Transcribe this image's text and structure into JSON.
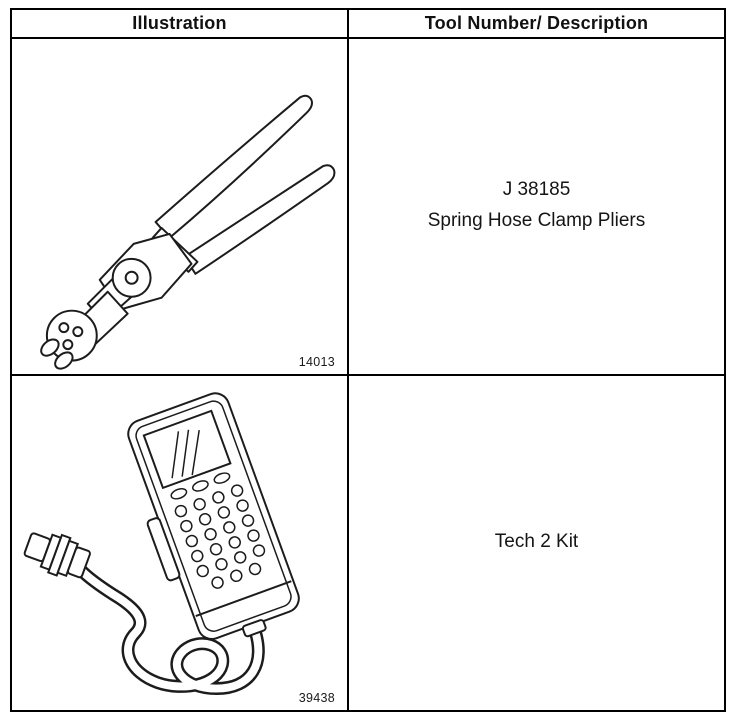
{
  "table": {
    "headers": [
      {
        "label": "Illustration"
      },
      {
        "label": "Tool Number/ Description"
      }
    ],
    "rows": [
      {
        "illustration": "spring-hose-clamp-pliers-drawing",
        "figure_number": "14013",
        "lines": [
          "J 38185",
          "Spring Hose Clamp Pliers"
        ]
      },
      {
        "illustration": "tech-2-scan-tool-drawing",
        "figure_number": "39438",
        "lines": [
          "Tech 2 Kit"
        ]
      }
    ]
  },
  "colors": {
    "border": "#000000",
    "ink": "#1c1c1c",
    "background": "#ffffff"
  }
}
